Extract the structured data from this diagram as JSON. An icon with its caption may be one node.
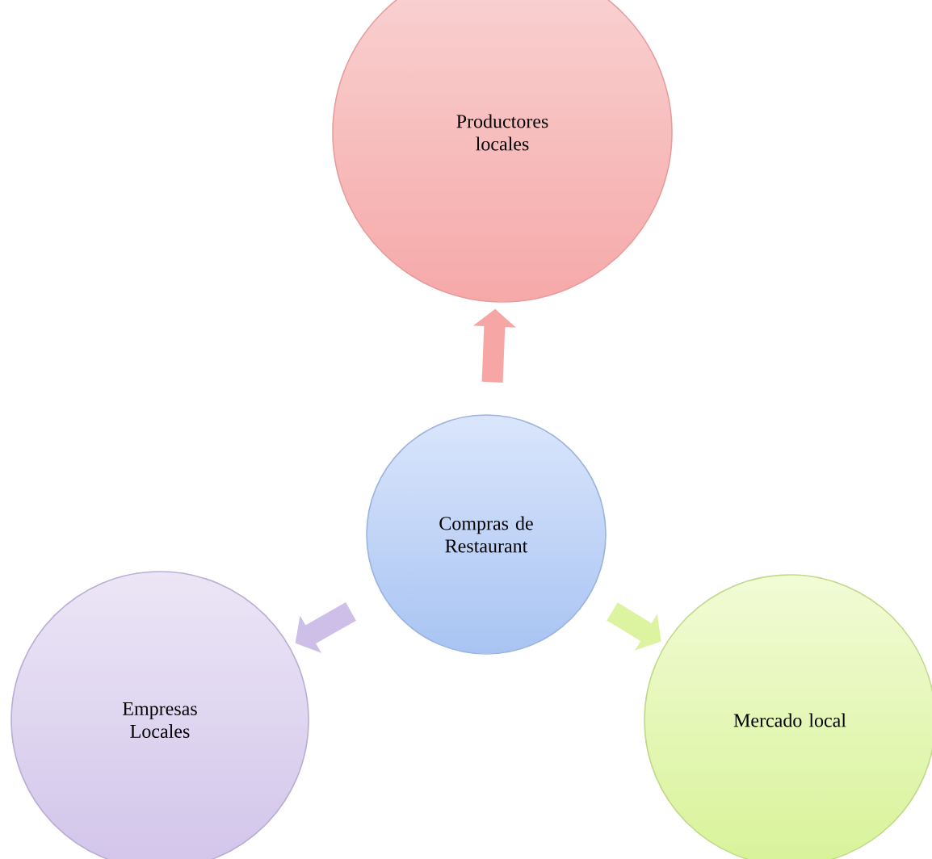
{
  "diagram": {
    "nodes": [
      {
        "text": [
          "Productores locales"
        ]
      },
      {
        "text": [
          "Compras de Restaurant"
        ]
      },
      {
        "text": [
          "Empresas Locales"
        ]
      },
      {
        "text": [
          "Mercado local"
        ]
      }
    ],
    "edges": [
      {
        "from": 1,
        "to": 0,
        "arrow": "to",
        "color": "#f7a6a6"
      },
      {
        "from": 1,
        "to": 2,
        "arrow": "to",
        "color": "#cdbfe8"
      },
      {
        "from": 1,
        "to": 3,
        "arrow": "to",
        "color": "#dcf3a0"
      }
    ]
  }
}
